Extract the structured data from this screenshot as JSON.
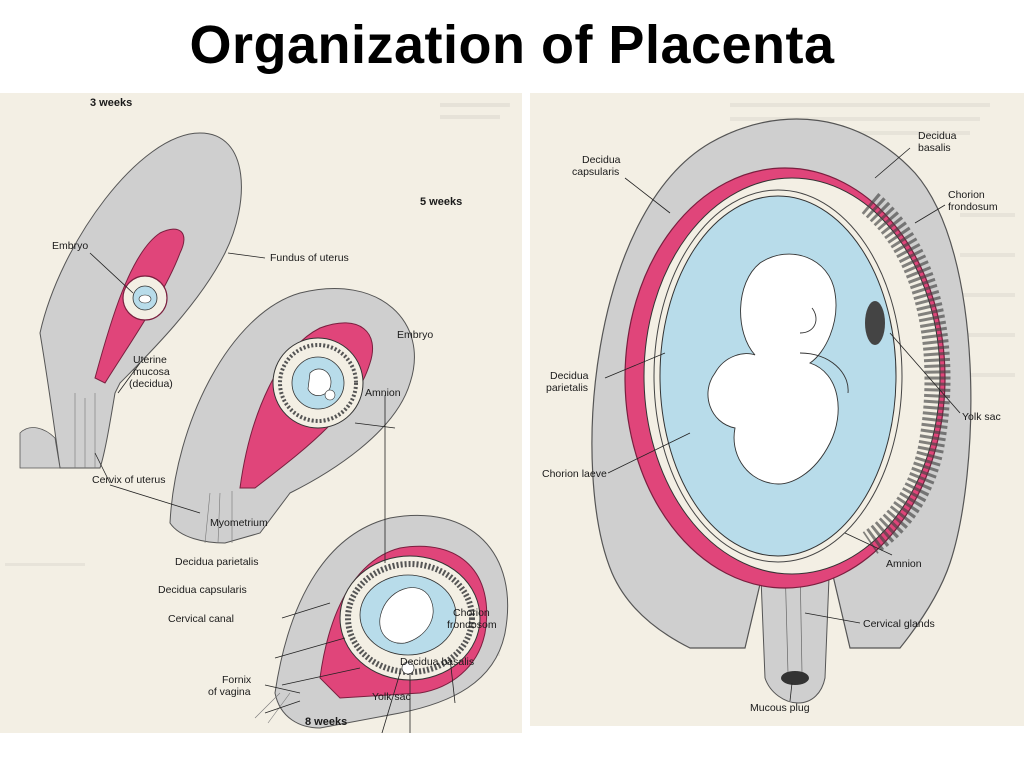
{
  "title": "Organization of Placenta",
  "colors": {
    "decidua_pink": "#e0457a",
    "amniotic_blue": "#b8dcea",
    "uterine_wall_gray": "#cfcfcf",
    "paper": "#f3efe4"
  },
  "left_figure": {
    "stage_3_weeks": {
      "heading": "3 weeks",
      "labels": {
        "embryo": "Embryo",
        "fundus": "Fundus of uterus",
        "uterine_mucosa_1": "Uterine",
        "uterine_mucosa_2": "mucosa",
        "uterine_mucosa_3": "(decidua)",
        "cervix": "Cervix of uterus"
      }
    },
    "stage_5_weeks": {
      "heading": "5 weeks",
      "labels": {
        "embryo": "Embryo",
        "amnion": "Amnion"
      }
    },
    "stage_8_weeks": {
      "heading": "8 weeks",
      "labels": {
        "myometrium": "Myometrium",
        "decidua_parietalis": "Decidua parietalis",
        "decidua_capsularis": "Decidua capsularis",
        "cervical_canal": "Cervical canal",
        "fornix_1": "Fornix",
        "fornix_2": "of vagina",
        "yolk_sac": "Yolk sac",
        "decidua_basalis": "Decidua basalis",
        "chorion_frondosum_1": "Chorion",
        "chorion_frondosum_2": "frondosom"
      }
    }
  },
  "right_figure": {
    "labels": {
      "decidua_capsularis_1": "Decidua",
      "decidua_capsularis_2": "capsularis",
      "decidua_basalis_1": "Decidua",
      "decidua_basalis_2": "basalis",
      "chorion_frondosum_1": "Chorion",
      "chorion_frondosum_2": "frondosum",
      "decidua_parietalis_1": "Decidua",
      "decidua_parietalis_2": "parietalis",
      "yolk_sac": "Yolk sac",
      "chorion_laeve": "Chorion laeve",
      "amnion": "Amnion",
      "cervical_glands": "Cervical glands",
      "mucous_plug": "Mucous plug"
    }
  }
}
